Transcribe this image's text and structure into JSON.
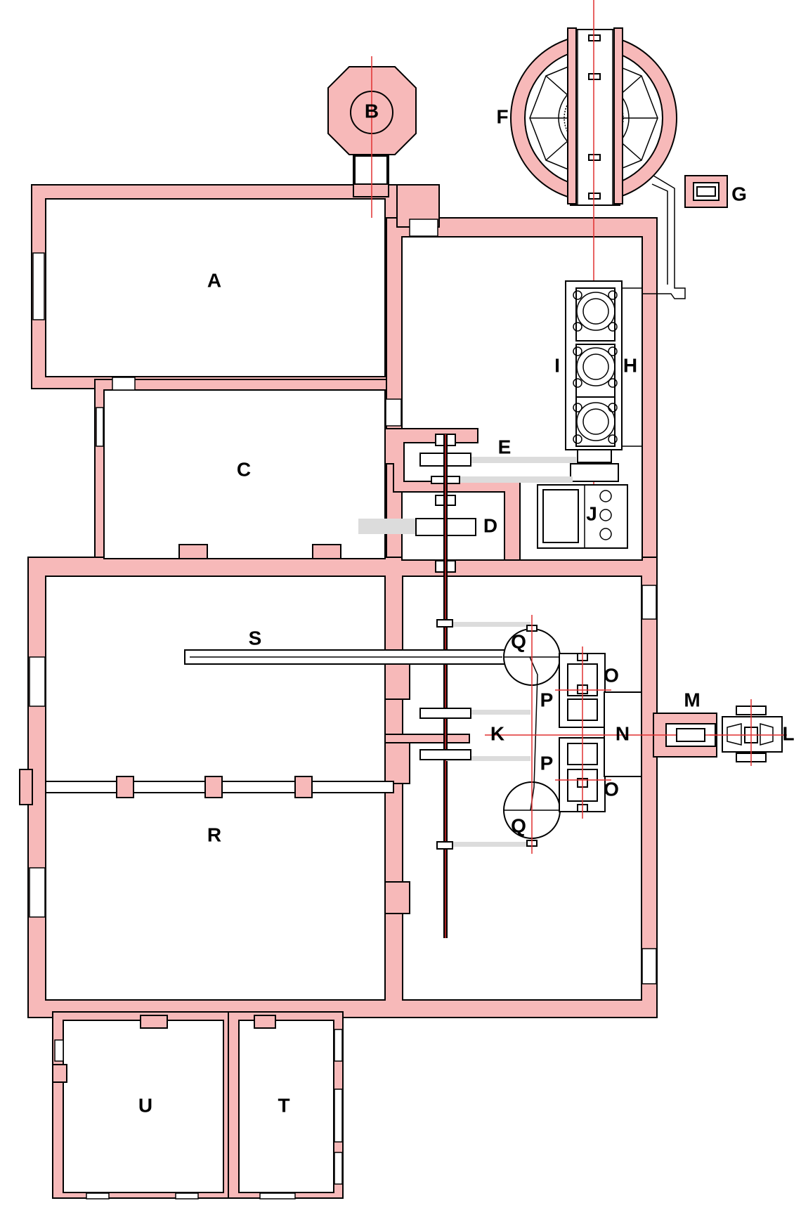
{
  "labels": {
    "A": "A",
    "B": "B",
    "C": "C",
    "D": "D",
    "E": "E",
    "F": "F",
    "G": "G",
    "H": "H",
    "I": "I",
    "J": "J",
    "K": "K",
    "L": "L",
    "M": "M",
    "N": "N",
    "O1": "O",
    "O2": "O",
    "P1": "P",
    "P2": "P",
    "Q1": "Q",
    "Q2": "Q",
    "R": "R",
    "S": "S",
    "T": "T",
    "U": "U"
  },
  "colors": {
    "wall": "#f7b9b9",
    "axis": "#e03030",
    "belt": "#dcdcdc"
  }
}
